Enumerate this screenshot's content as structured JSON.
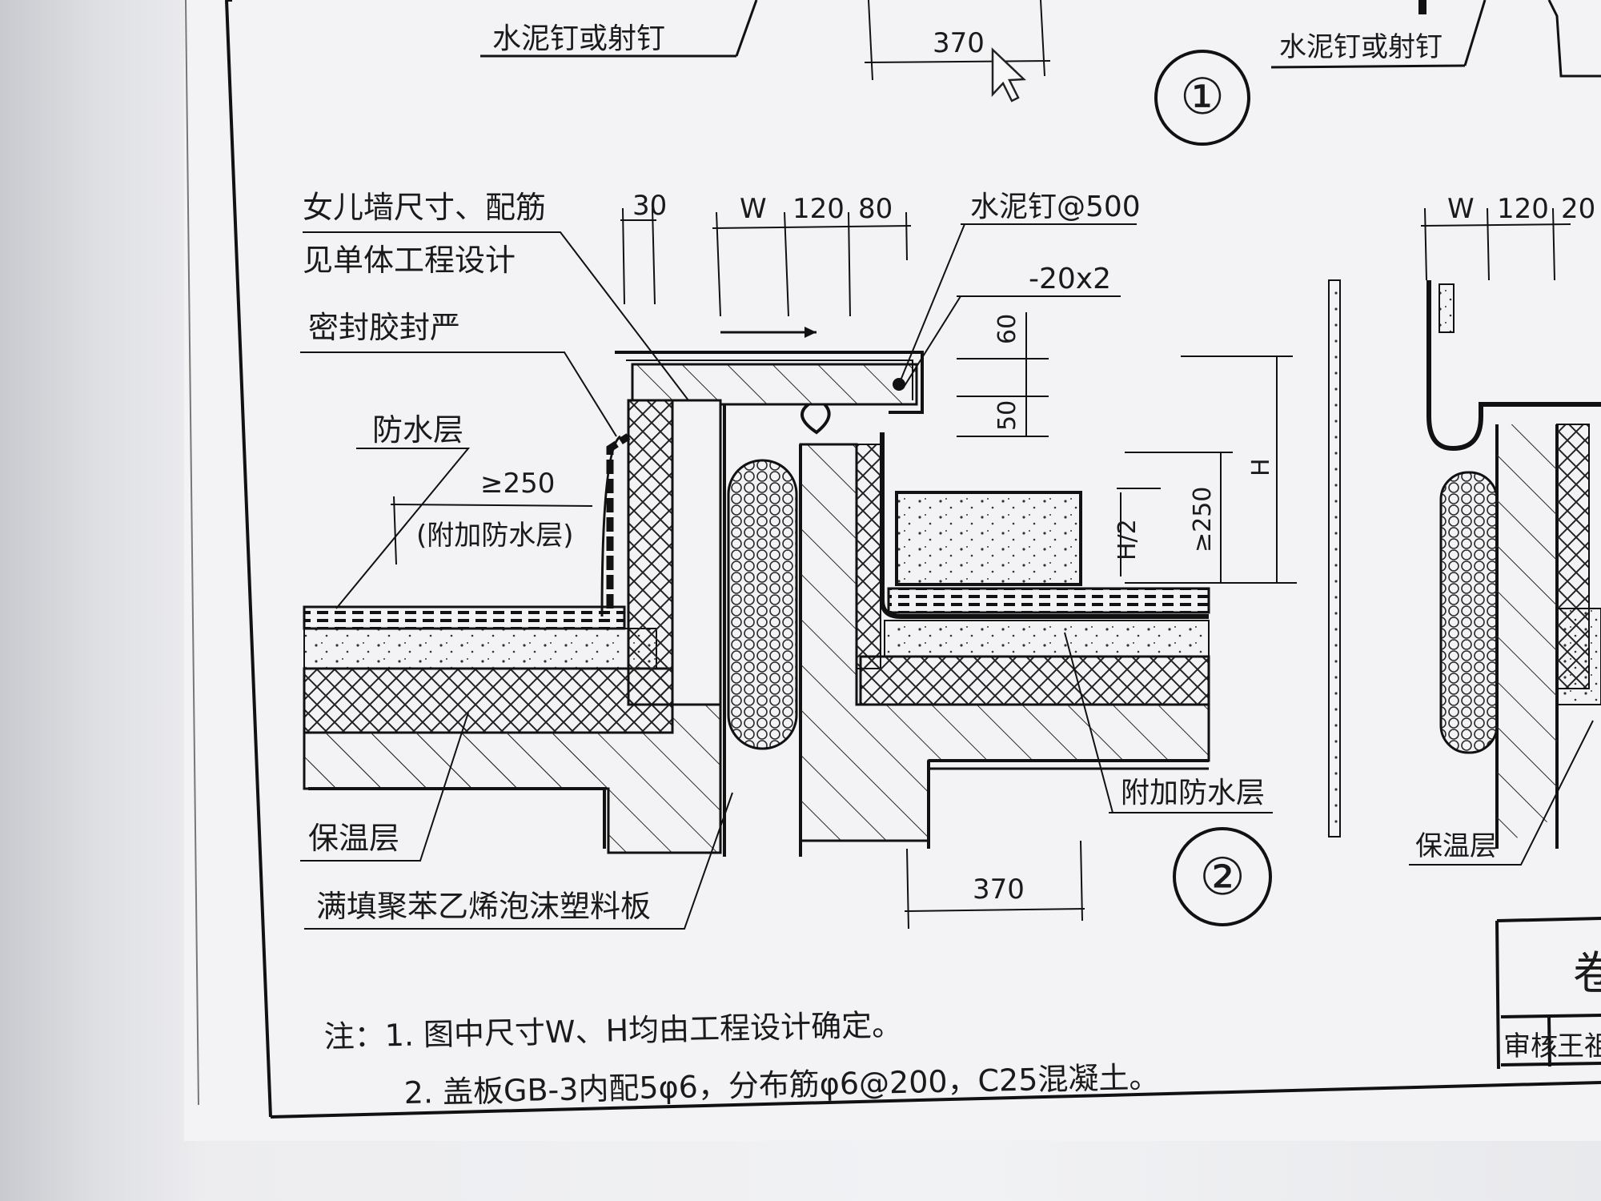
{
  "drawing": {
    "detail1": {
      "number": "①",
      "nail_label_left": "水泥钉或射钉",
      "nail_label_right": "水泥钉或射钉",
      "dim_370": "370"
    },
    "detail2": {
      "number": "②",
      "labels": {
        "parapet_line1": "女儿墙尺寸、配筋",
        "parapet_line2": "见单体工程设计",
        "sealant": "密封胶封严",
        "waterproof": "防水层",
        "min250": "≥250",
        "extra_waterproof_paren": "(附加防水层)",
        "insulation": "保温层",
        "eps_fill": "满填聚苯乙烯泡沫塑料板",
        "cement_nail": "水泥钉@500",
        "flat_bar": "-20x2",
        "extra_waterproof": "附加防水层"
      },
      "dims": {
        "d30": "30",
        "dW": "W",
        "d120": "120",
        "d80": "80",
        "d60": "60",
        "d50": "50",
        "dH": "H",
        "dH2": "H/2",
        "dmin250": "≥250",
        "d370": "370"
      }
    },
    "detail3": {
      "insulation": "保温层",
      "dW": "W",
      "d120": "120",
      "d20": "20"
    },
    "notes": {
      "note1": "注：1. 图中尺寸W、H均由工程设计确定。",
      "note2": "2. 盖板GB-3内配5φ6，分布筋φ6@200，C25混凝土。"
    },
    "title_block": {
      "title_partial": "卷",
      "review_label": "审核",
      "reviewer_partial": "王祖"
    }
  }
}
